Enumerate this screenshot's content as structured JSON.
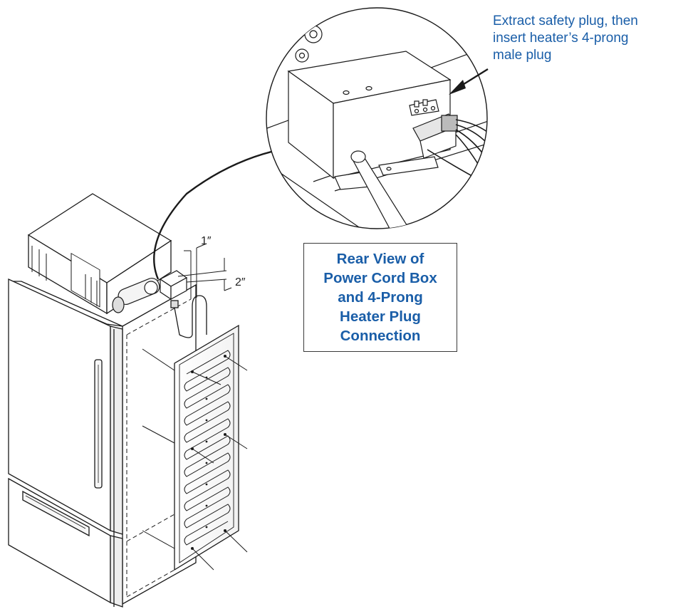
{
  "callout": {
    "text": "Extract safety plug, then\ninsert heater’s 4-prong\nmale plug"
  },
  "caption": {
    "text": "Rear View of\nPower Cord Box\nand 4-Prong\nHeater Plug\nConnection"
  },
  "dimensions": {
    "horizontal": "1″",
    "vertical": "2″"
  },
  "colors": {
    "label_blue": "#1a5ea8",
    "line": "#1a1a1a"
  }
}
